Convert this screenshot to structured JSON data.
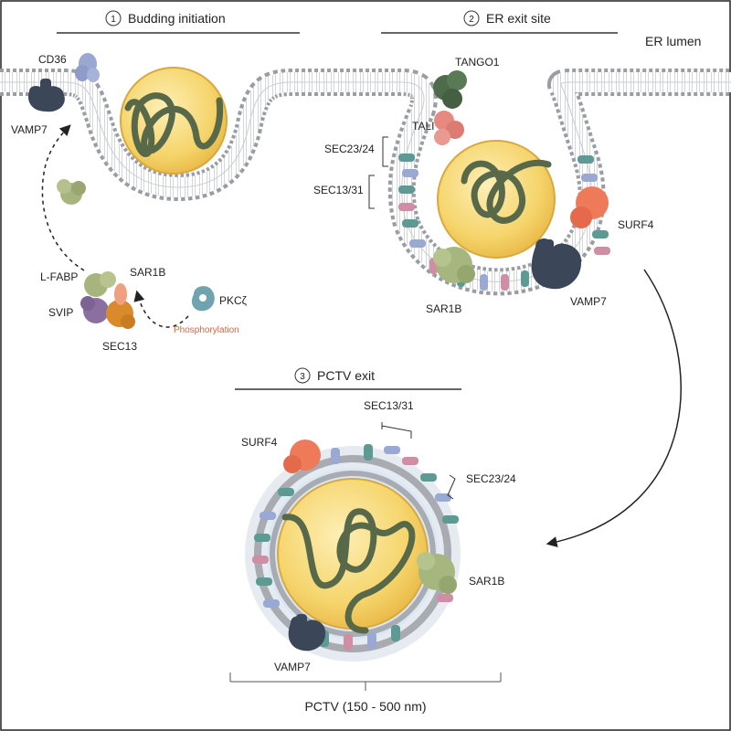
{
  "steps": [
    {
      "number": "1",
      "title": "Budding initiation"
    },
    {
      "number": "2",
      "title": "ER exit site"
    },
    {
      "number": "3",
      "title": "PCTV exit"
    }
  ],
  "labels": {
    "er_lumen": "ER lumen",
    "cd36": "CD36",
    "vamp7_1": "VAMP7",
    "l_fabp": "L-FABP",
    "sar1b_1": "SAR1B",
    "svip": "SVIP",
    "sec13_1": "SEC13",
    "pkcz": "PKCζ",
    "phosphorylation": "Phosphorylation",
    "tango1": "TANGO1",
    "tali": "TALI",
    "sec2324_2": "SEC23/24",
    "sec1331_2": "SEC13/31",
    "surf4_2": "SURF4",
    "sar1b_2": "SAR1B",
    "vamp7_2": "VAMP7",
    "sec1331_3": "SEC13/31",
    "surf4_3": "SURF4",
    "sec2324_3": "SEC23/24",
    "sar1b_3": "SAR1B",
    "vamp7_3": "VAMP7",
    "pctv_size": "PCTV (150 - 500 nm)"
  },
  "colors": {
    "membrane_head": "#9a9da3",
    "membrane_tail": "#d7d9dd",
    "lipid_core": "#f7d873",
    "lipid_rim": "#e4b74a",
    "apob_strand": "#58694a",
    "vamp7": "#3b4658",
    "cd36": "#9aa7d1",
    "l_fabp": "#a8b47d",
    "sar1b": "#f0a07f",
    "svip": "#8a6fa0",
    "sec13": "#d98a2b",
    "pkcz": "#6fa3ad",
    "tango1": "#4e6b4a",
    "tali": "#e68a80",
    "surf4": "#ee7a5a",
    "sar1b_coat": "#a6b67f",
    "coat_teal": "#5e9a94",
    "coat_blue": "#9aa8d4",
    "coat_pink": "#cf8ea3",
    "phosphorylation": "#e0643c",
    "vesicle_lumen": "#dbe7f4"
  },
  "icons": [
    "circled-number-1",
    "circled-number-2",
    "circled-number-3",
    "dashed-curved-arrow",
    "curved-arrow",
    "scale-bracket"
  ]
}
